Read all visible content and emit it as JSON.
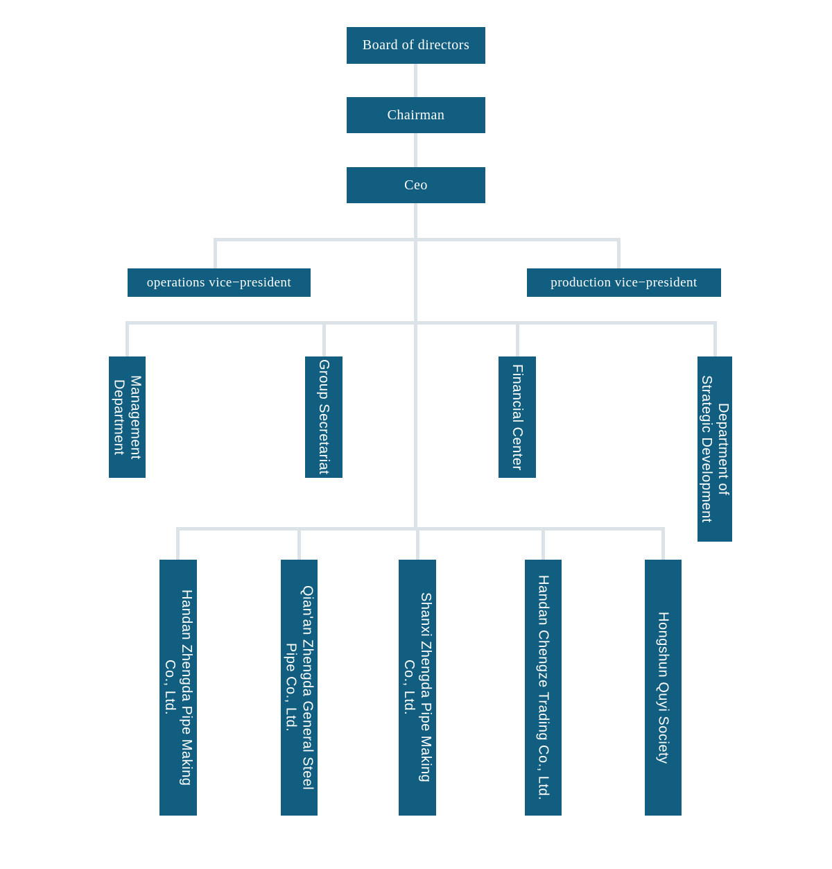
{
  "diagram": {
    "type": "org-chart",
    "nodes": {
      "board": {
        "label": "Board of directors"
      },
      "chairman": {
        "label": "Chairman"
      },
      "ceo": {
        "label": "Ceo"
      },
      "operations_vp": {
        "label": "operations vice−president"
      },
      "production_vp": {
        "label": "production vice−president"
      },
      "management_department": {
        "label": "Management\nDepartment"
      },
      "group_secretariat": {
        "label": "Group Secretariat"
      },
      "financial_center": {
        "label": "Financial Center"
      },
      "strategic_development": {
        "label": "Department of\nStrategic Development"
      },
      "handan_zhengda_pipe": {
        "label": "Handan Zhengda Pipe Making\nCo., Ltd."
      },
      "qianan_zhengda_steel": {
        "label": "Qian'an Zhengda General Steel\nPipe Co., Ltd."
      },
      "shanxi_zhengda_pipe": {
        "label": "Shanxi Zhengda Pipe Making\nCo., Ltd."
      },
      "handan_chengze_trading": {
        "label": "Handan Chengze Trading Co., Ltd."
      },
      "hongshun_quyi": {
        "label": "Hongshun Quyi Society"
      }
    },
    "hierarchy": [
      {
        "parent": "board",
        "child": "chairman"
      },
      {
        "parent": "chairman",
        "child": "ceo"
      },
      {
        "parent": "ceo",
        "child": "operations_vp"
      },
      {
        "parent": "ceo",
        "child": "production_vp"
      },
      {
        "parent": "ceo",
        "child": "management_department"
      },
      {
        "parent": "ceo",
        "child": "group_secretariat"
      },
      {
        "parent": "ceo",
        "child": "financial_center"
      },
      {
        "parent": "ceo",
        "child": "strategic_development"
      },
      {
        "parent": "ceo",
        "child": "handan_zhengda_pipe"
      },
      {
        "parent": "ceo",
        "child": "qianan_zhengda_steel"
      },
      {
        "parent": "ceo",
        "child": "shanxi_zhengda_pipe"
      },
      {
        "parent": "ceo",
        "child": "handan_chengze_trading"
      },
      {
        "parent": "ceo",
        "child": "hongshun_quyi"
      }
    ],
    "colors": {
      "node_fill": "#115E80",
      "node_text": "#FFFFFF",
      "connector": "#DCE3E8",
      "background": "#FFFFFF"
    }
  }
}
